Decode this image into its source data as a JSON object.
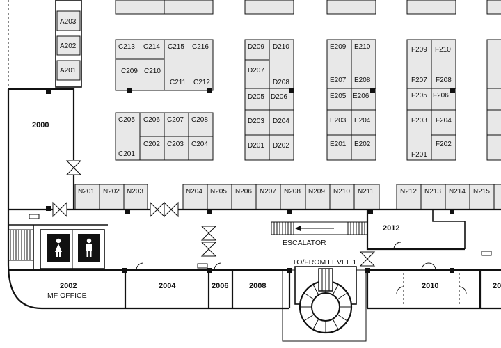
{
  "booths": {
    "a": [
      "A203",
      "A202",
      "A201"
    ],
    "c": [
      "C213",
      "C214",
      "C215",
      "C216",
      "C209",
      "C210",
      "C211",
      "C212",
      "C205",
      "C206",
      "C207",
      "C208",
      "C202",
      "C203",
      "C204",
      "C201"
    ],
    "d": [
      "D209",
      "D210",
      "D207",
      "D208",
      "D205",
      "D206",
      "D203",
      "D204",
      "D201",
      "D202"
    ],
    "e": [
      "E209",
      "E210",
      "E207",
      "E208",
      "E205",
      "E206",
      "E203",
      "E204",
      "E201",
      "E202"
    ],
    "f": [
      "F209",
      "F210",
      "F207",
      "F208",
      "F205",
      "F206",
      "F203",
      "F204",
      "F202",
      "F201"
    ],
    "n": [
      "N201",
      "N202",
      "N203",
      "N204",
      "N205",
      "N206",
      "N207",
      "N208",
      "N209",
      "N210",
      "N211",
      "N212",
      "N213",
      "N214",
      "N215"
    ]
  },
  "rooms": {
    "r2000": "2000",
    "r2002": "2002",
    "r2002_sub": "MF OFFICE",
    "r2004": "2004",
    "r2006": "2006",
    "r2008": "2008",
    "r2010": "2010",
    "r2012": "2012",
    "r_partial": "20"
  },
  "labels": {
    "escalator": "ESCALATOR",
    "to_from": "TO/FROM LEVEL 1"
  },
  "icons": {
    "restroom_women": "woman-restroom-icon",
    "restroom_men": "man-restroom-icon"
  }
}
